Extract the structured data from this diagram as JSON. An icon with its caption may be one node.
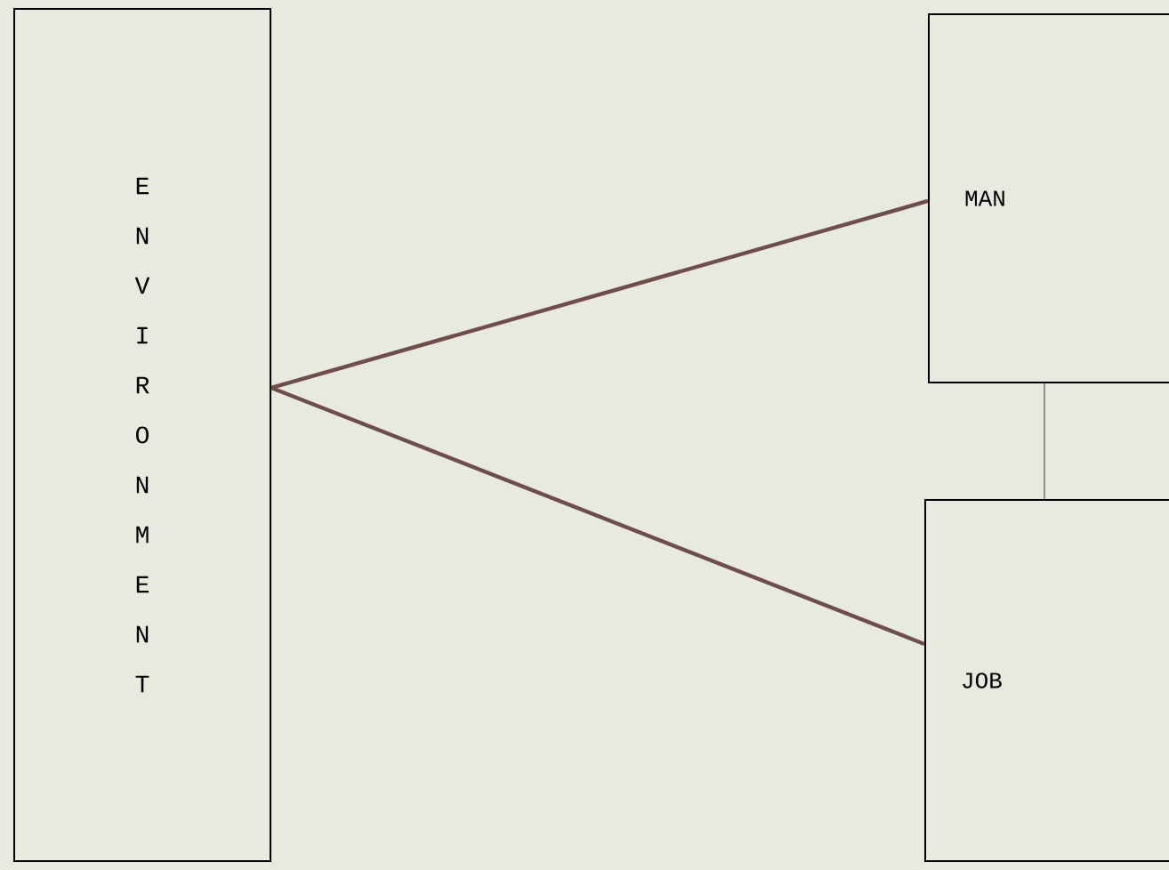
{
  "diagram": {
    "nodes": [
      {
        "text": [
          "ENVIRONMENT"
        ]
      },
      {
        "text": [
          "MAN"
        ]
      },
      {
        "text": [
          "JOB"
        ]
      }
    ],
    "edges": [
      {
        "from": 0,
        "to": 1,
        "arrow": "none"
      },
      {
        "from": 0,
        "to": 2,
        "arrow": "none"
      },
      {
        "from": 1,
        "to": 2,
        "arrow": "none",
        "color": "#7a7a72"
      }
    ]
  }
}
